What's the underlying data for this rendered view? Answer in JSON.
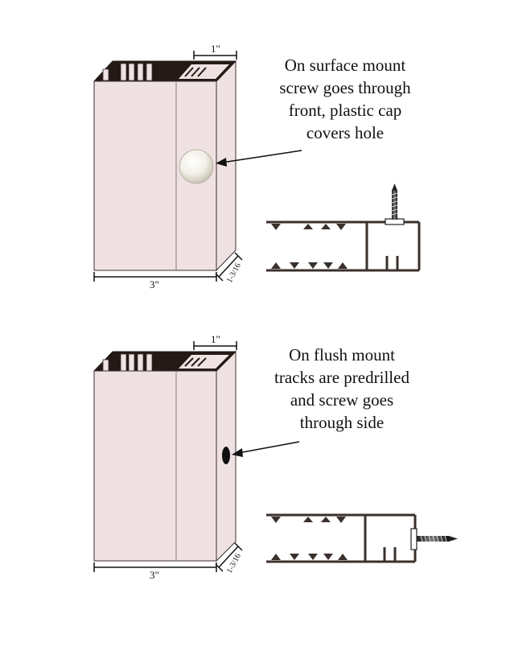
{
  "surface_mount": {
    "caption_lines": [
      "On surface mount",
      "screw goes through",
      "front, plastic cap",
      "covers hole"
    ],
    "depth_label": "1\"",
    "width_label": "3\"",
    "side_label": "1-3/16"
  },
  "flush_mount": {
    "caption_lines": [
      "On flush mount",
      "tracks are predrilled",
      "and screw goes",
      "through side"
    ],
    "depth_label": "1\"",
    "width_label": "3\"",
    "side_label": "1-3/16"
  },
  "colors": {
    "panel_face": "#f0e2e2",
    "outline": "#3a302c",
    "dark_top": "#241a15",
    "cap": "#f4f1ea"
  }
}
